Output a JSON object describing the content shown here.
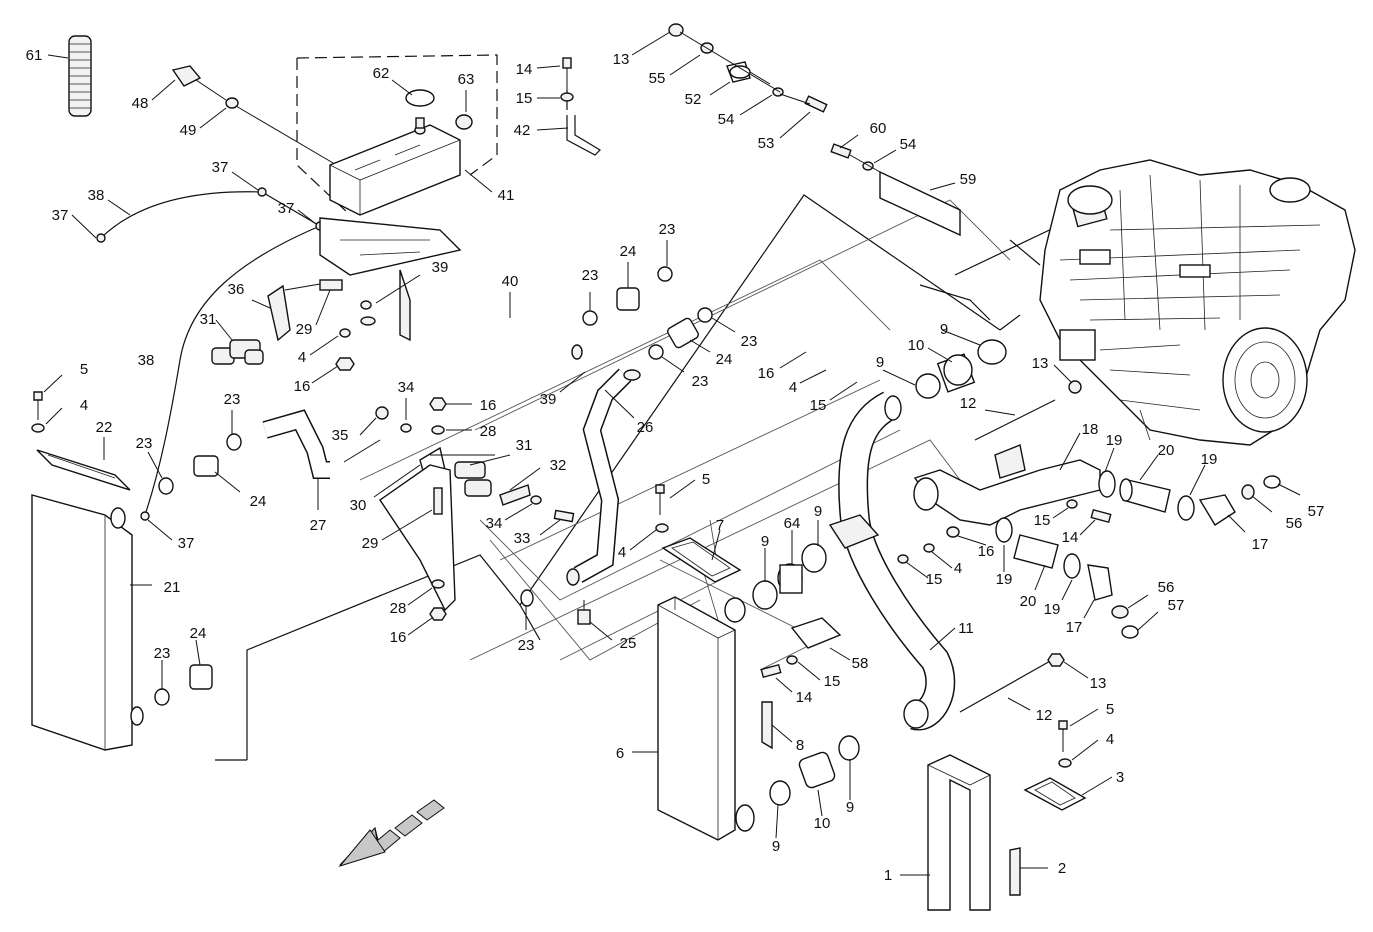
{
  "labels": [
    {
      "id": "61",
      "text": "61"
    },
    {
      "id": "48",
      "text": "48"
    },
    {
      "id": "49",
      "text": "49"
    },
    {
      "id": "62",
      "text": "62"
    },
    {
      "id": "63",
      "text": "63"
    },
    {
      "id": "41",
      "text": "41"
    },
    {
      "id": "37a",
      "text": "37"
    },
    {
      "id": "37b",
      "text": "37"
    },
    {
      "id": "37c",
      "text": "37"
    },
    {
      "id": "37d",
      "text": "37"
    },
    {
      "id": "38a",
      "text": "38"
    },
    {
      "id": "38b",
      "text": "38"
    },
    {
      "id": "14a",
      "text": "14"
    },
    {
      "id": "15a",
      "text": "15"
    },
    {
      "id": "42",
      "text": "42"
    },
    {
      "id": "13a",
      "text": "13"
    },
    {
      "id": "55",
      "text": "55"
    },
    {
      "id": "52",
      "text": "52"
    },
    {
      "id": "54a",
      "text": "54"
    },
    {
      "id": "53",
      "text": "53"
    },
    {
      "id": "60",
      "text": "60"
    },
    {
      "id": "54b",
      "text": "54"
    },
    {
      "id": "59",
      "text": "59"
    },
    {
      "id": "39a",
      "text": "39"
    },
    {
      "id": "36",
      "text": "36"
    },
    {
      "id": "31a",
      "text": "31"
    },
    {
      "id": "29a",
      "text": "29"
    },
    {
      "id": "4a",
      "text": "4"
    },
    {
      "id": "16a",
      "text": "16"
    },
    {
      "id": "40",
      "text": "40"
    },
    {
      "id": "23a",
      "text": "23"
    },
    {
      "id": "24a",
      "text": "24"
    },
    {
      "id": "23b",
      "text": "23"
    },
    {
      "id": "23c",
      "text": "23"
    },
    {
      "id": "24b",
      "text": "24"
    },
    {
      "id": "23d",
      "text": "23"
    },
    {
      "id": "39b",
      "text": "39"
    },
    {
      "id": "26",
      "text": "26"
    },
    {
      "id": "5a",
      "text": "5"
    },
    {
      "id": "4b",
      "text": "4"
    },
    {
      "id": "22",
      "text": "22"
    },
    {
      "id": "23e",
      "text": "23"
    },
    {
      "id": "23f",
      "text": "23"
    },
    {
      "id": "24c",
      "text": "24"
    },
    {
      "id": "27",
      "text": "27"
    },
    {
      "id": "35",
      "text": "35"
    },
    {
      "id": "34a",
      "text": "34"
    },
    {
      "id": "16b",
      "text": "16"
    },
    {
      "id": "28a",
      "text": "28"
    },
    {
      "id": "31b",
      "text": "31"
    },
    {
      "id": "32",
      "text": "32"
    },
    {
      "id": "30",
      "text": "30"
    },
    {
      "id": "29b",
      "text": "29"
    },
    {
      "id": "34b",
      "text": "34"
    },
    {
      "id": "33",
      "text": "33"
    },
    {
      "id": "21",
      "text": "21"
    },
    {
      "id": "28b",
      "text": "28"
    },
    {
      "id": "16c",
      "text": "16"
    },
    {
      "id": "23g",
      "text": "23"
    },
    {
      "id": "25",
      "text": "25"
    },
    {
      "id": "23h",
      "text": "23"
    },
    {
      "id": "24d",
      "text": "24"
    },
    {
      "id": "5b",
      "text": "5"
    },
    {
      "id": "4c",
      "text": "4"
    },
    {
      "id": "7",
      "text": "7"
    },
    {
      "id": "6",
      "text": "6"
    },
    {
      "id": "9a",
      "text": "9"
    },
    {
      "id": "64",
      "text": "64"
    },
    {
      "id": "9b",
      "text": "9"
    },
    {
      "id": "16d",
      "text": "16"
    },
    {
      "id": "4d",
      "text": "4"
    },
    {
      "id": "15b",
      "text": "15"
    },
    {
      "id": "9c",
      "text": "9"
    },
    {
      "id": "10a",
      "text": "10"
    },
    {
      "id": "9d",
      "text": "9"
    },
    {
      "id": "12a",
      "text": "12"
    },
    {
      "id": "13b",
      "text": "13"
    },
    {
      "id": "18",
      "text": "18"
    },
    {
      "id": "19a",
      "text": "19"
    },
    {
      "id": "20a",
      "text": "20"
    },
    {
      "id": "19b",
      "text": "19"
    },
    {
      "id": "57a",
      "text": "57"
    },
    {
      "id": "56a",
      "text": "56"
    },
    {
      "id": "17a",
      "text": "17"
    },
    {
      "id": "15c",
      "text": "15"
    },
    {
      "id": "14b",
      "text": "14"
    },
    {
      "id": "16e",
      "text": "16"
    },
    {
      "id": "4e",
      "text": "4"
    },
    {
      "id": "15d",
      "text": "15"
    },
    {
      "id": "19c",
      "text": "19"
    },
    {
      "id": "20b",
      "text": "20"
    },
    {
      "id": "19d",
      "text": "19"
    },
    {
      "id": "17b",
      "text": "17"
    },
    {
      "id": "56b",
      "text": "56"
    },
    {
      "id": "57b",
      "text": "57"
    },
    {
      "id": "11",
      "text": "11"
    },
    {
      "id": "58",
      "text": "58"
    },
    {
      "id": "15e",
      "text": "15"
    },
    {
      "id": "14c",
      "text": "14"
    },
    {
      "id": "8",
      "text": "8"
    },
    {
      "id": "13c",
      "text": "13"
    },
    {
      "id": "12b",
      "text": "12"
    },
    {
      "id": "5c",
      "text": "5"
    },
    {
      "id": "4f",
      "text": "4"
    },
    {
      "id": "3",
      "text": "3"
    },
    {
      "id": "10b",
      "text": "10"
    },
    {
      "id": "9e",
      "text": "9"
    },
    {
      "id": "9f",
      "text": "9"
    },
    {
      "id": "1",
      "text": "1"
    },
    {
      "id": "2",
      "text": "2"
    }
  ]
}
